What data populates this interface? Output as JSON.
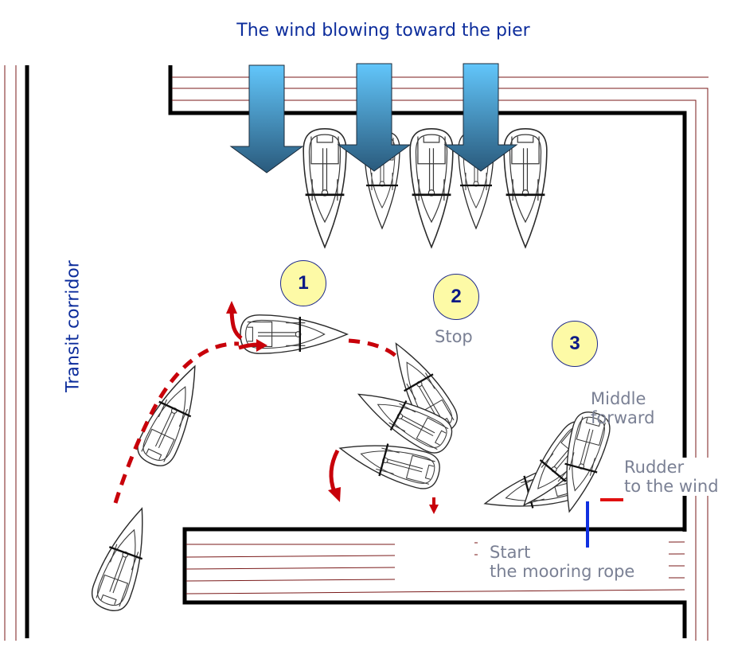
{
  "title": "The wind blowing toward the pier",
  "corridor_label": "Transit corridor",
  "steps": [
    {
      "number": "1",
      "caption": ""
    },
    {
      "number": "2",
      "caption": "Stop"
    },
    {
      "number": "3",
      "caption": ""
    }
  ],
  "labels": {
    "middle_forward": [
      "Middle",
      "forward"
    ],
    "rudder": [
      "Rudder",
      "to the wind"
    ],
    "mooring": [
      "Start",
      "the mooring rope"
    ]
  },
  "colors": {
    "title_blue": "#0d2d9c",
    "step_fill": "#fdfaa6",
    "path_red": "#c8000a",
    "rope_blue": "#1030e0",
    "pier_line": "#7a1a1a",
    "wind_top": "#62c6fb",
    "wind_bottom": "#2a5a7c"
  },
  "legend_icons": [
    "wind-arrow-icon",
    "boat-icon",
    "path-arrow-icon"
  ]
}
